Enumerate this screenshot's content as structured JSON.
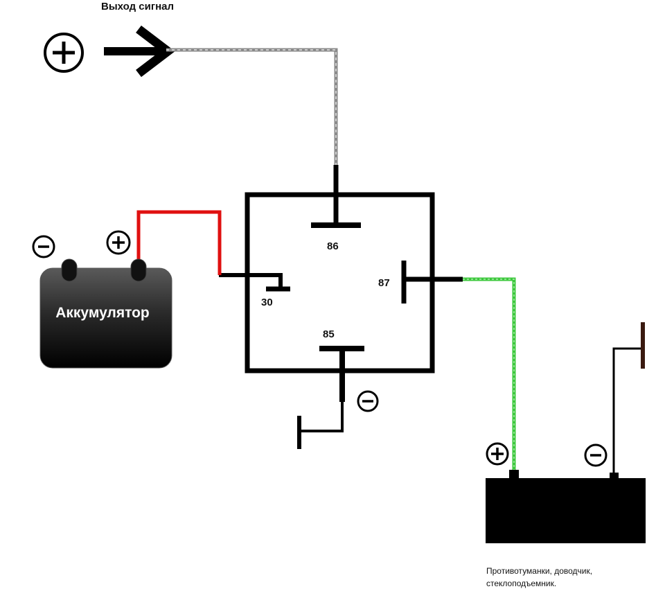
{
  "header": {
    "signal_output_label": "Выход сигнал"
  },
  "battery": {
    "label": "Аккумулятор",
    "minus_symbol": "−",
    "plus_symbol": "+"
  },
  "relay": {
    "pins": {
      "p86": "86",
      "p87": "87",
      "p30": "30",
      "p85": "85"
    },
    "minus_symbol": "−"
  },
  "load": {
    "caption_line1": "Противотуманки, доводчик,",
    "caption_line2": "стеклоподъемник.",
    "plus_symbol": "+",
    "minus_symbol": "−"
  },
  "signal": {
    "plus_symbol": "+"
  },
  "colors": {
    "wire_main": "#000000",
    "wire_signal": "#8a8a8a",
    "wire_battery_positive": "#e01010",
    "wire_load_positive": "#3cc83c",
    "battery_body": "#2e2e2e",
    "load_body": "#000000",
    "ground_post_tip": "#3a1a10"
  }
}
